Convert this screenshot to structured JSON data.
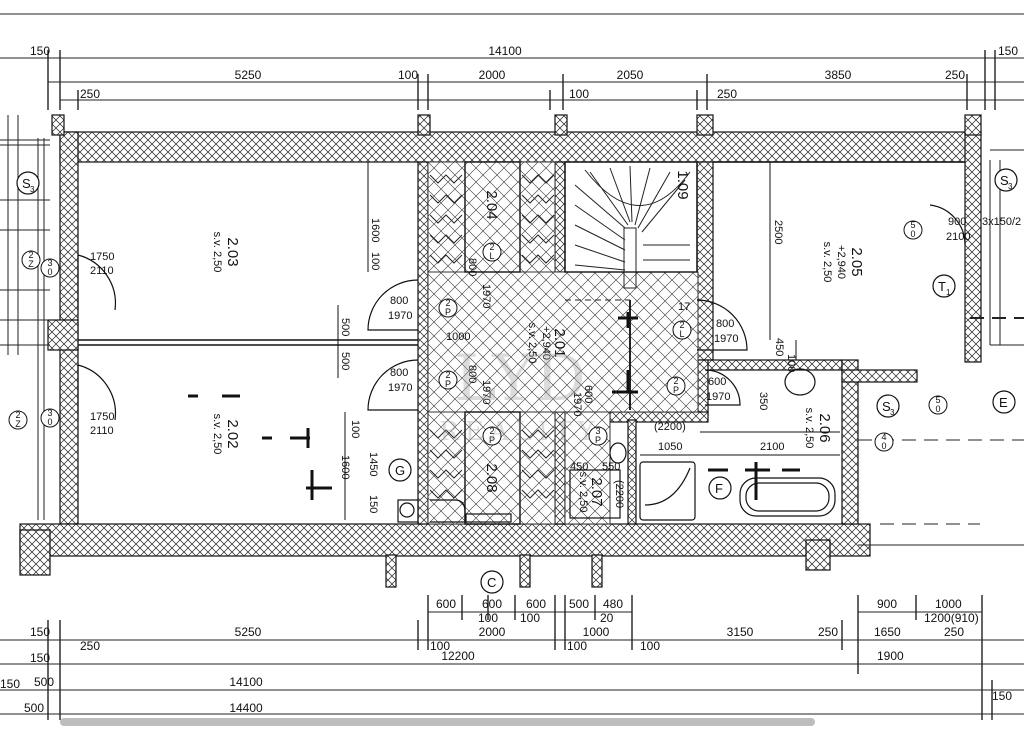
{
  "top_dims": {
    "overall": "14100",
    "left_edge": "150",
    "right_edge": "150",
    "row2": [
      "5250",
      "100",
      "2000",
      "2050",
      "3850",
      "250"
    ],
    "row3": [
      "250",
      "100",
      "250"
    ]
  },
  "bottom_dims": {
    "row1": [
      "600",
      "600",
      "600",
      "500",
      "480",
      "900",
      "1000"
    ],
    "row2": [
      "100",
      "100",
      "20",
      "1200(910)"
    ],
    "row3": [
      "150",
      "250",
      "5250",
      "100",
      "2000",
      "100",
      "1000",
      "100",
      "3150",
      "250",
      "1650",
      "250"
    ],
    "row4": [
      "150",
      "12200",
      "1900"
    ],
    "row5": [
      "150",
      "500",
      "14100"
    ],
    "row6": [
      "500",
      "14400"
    ],
    "right_edge": "150"
  },
  "rooms": [
    {
      "num": "2.03",
      "sv": "s.v. 2,50"
    },
    {
      "num": "2.02",
      "sv": "s.v. 2,50"
    },
    {
      "num": "2.04"
    },
    {
      "num": "2.01",
      "level": "+2,940",
      "sv": "s.v. 2,50"
    },
    {
      "num": "1.09"
    },
    {
      "num": "2.05",
      "level": "+2,940",
      "sv": "s.v. 2,50"
    },
    {
      "num": "2.06",
      "sv": "s.v. 2,50"
    },
    {
      "num": "2.07",
      "sv": "s.v. 2,50"
    },
    {
      "num": "2.08"
    }
  ],
  "interior_dims": {
    "d1600a": "1600",
    "d100a": "100",
    "d2500": "2500",
    "d500a": "500",
    "d500b": "500",
    "d100b": "100",
    "d1600b": "1600",
    "d1450": "1450",
    "d150": "150",
    "d450": "450",
    "d100c": "100",
    "d350": "350",
    "d1050": "1050",
    "d2100": "2100",
    "d2200": "(2200)",
    "d1000": "1000",
    "d17": "17",
    "d450b": "450",
    "d550": "550",
    "d2200b": "(2200"
  },
  "doors": [
    {
      "w": "1750",
      "h": "2110"
    },
    {
      "w": "1750",
      "h": "2110"
    },
    {
      "w": "800",
      "h": "1970"
    },
    {
      "w": "800",
      "h": "1970"
    },
    {
      "w": "800",
      "h": "1970"
    },
    {
      "w": "600",
      "h": "1970"
    },
    {
      "w": "900",
      "h": "2100"
    },
    {
      "w": "800",
      "h": "1970"
    },
    {
      "w": "800",
      "h": "1970"
    },
    {
      "w": "600",
      "h": "1970"
    }
  ],
  "extra_text": {
    "window_note": "3x150/2"
  },
  "symbols": {
    "s3": "S",
    "s3_sub": "3",
    "g": "G",
    "f": "F",
    "t1": "T",
    "t1_sub": "1",
    "c": "C",
    "e": "E",
    "ref_2z": [
      "2",
      "Z"
    ],
    "ref_30": [
      "3",
      "0"
    ],
    "ref_50": [
      "5",
      "0"
    ],
    "ref_40": [
      "4",
      "0"
    ],
    "ref_2l": [
      "2",
      "L"
    ],
    "ref_2p": [
      "2",
      "P"
    ],
    "ref_3p": [
      "3",
      "P"
    ]
  },
  "watermark": {
    "main": "LYD",
    "sub": "REALITY"
  }
}
